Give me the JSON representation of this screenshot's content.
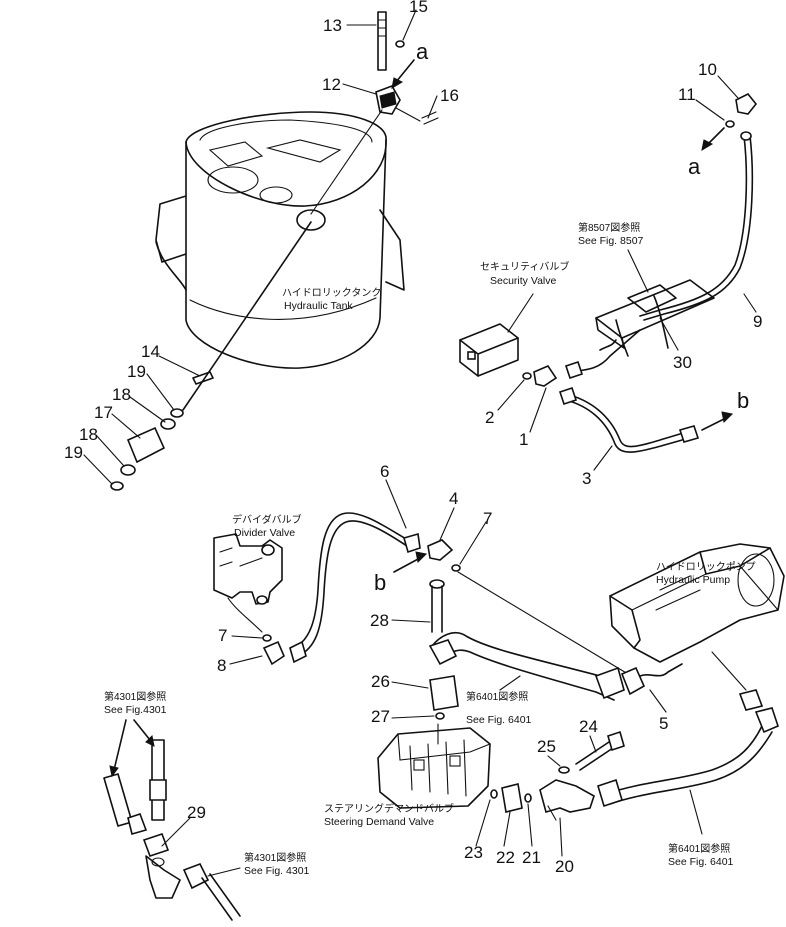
{
  "callouts": {
    "n1": "1",
    "n2": "2",
    "n3": "3",
    "n4": "4",
    "n5": "5",
    "n6": "6",
    "n7a": "7",
    "n7b": "7",
    "n8": "8",
    "n9": "9",
    "n10": "10",
    "n11": "11",
    "n12": "12",
    "n13": "13",
    "n14": "14",
    "n15": "15",
    "n16": "16",
    "n17": "17",
    "n18a": "18",
    "n18b": "18",
    "n19a": "19",
    "n19b": "19",
    "n20": "20",
    "n21": "21",
    "n22": "22",
    "n23": "23",
    "n24": "24",
    "n25": "25",
    "n26": "26",
    "n27": "27",
    "n28": "28",
    "n29": "29",
    "n30": "30"
  },
  "connectors": {
    "a1": "a",
    "a2": "a",
    "b1": "b",
    "b2": "b"
  },
  "labels": {
    "tank_jp": "ハイドロリックタンク",
    "tank_en": "Hydraulic Tank",
    "security_jp": "セキュリティバルブ",
    "security_en": "Security Valve",
    "fig8507_jp": "第8507図参照",
    "fig8507_en": "See Fig. 8507",
    "divider_jp": "デバイダバルブ",
    "divider_en": "Divider Valve",
    "pump_jp": "ハイドロリックポンプ",
    "pump_en": "Hydraulic Pump",
    "fig6401a_jp": "第6401図参照",
    "fig6401a_en": "See Fig. 6401",
    "steering_jp": "ステアリングデマンドバルブ",
    "steering_en": "Steering Demand Valve",
    "fig4301a_jp": "第4301図参照",
    "fig4301a_en": "See Fig.4301",
    "fig4301b_jp": "第4301図参照",
    "fig4301b_en": "See Fig. 4301",
    "fig6401b_jp": "第6401図参照",
    "fig6401b_en": "See Fig. 6401"
  }
}
